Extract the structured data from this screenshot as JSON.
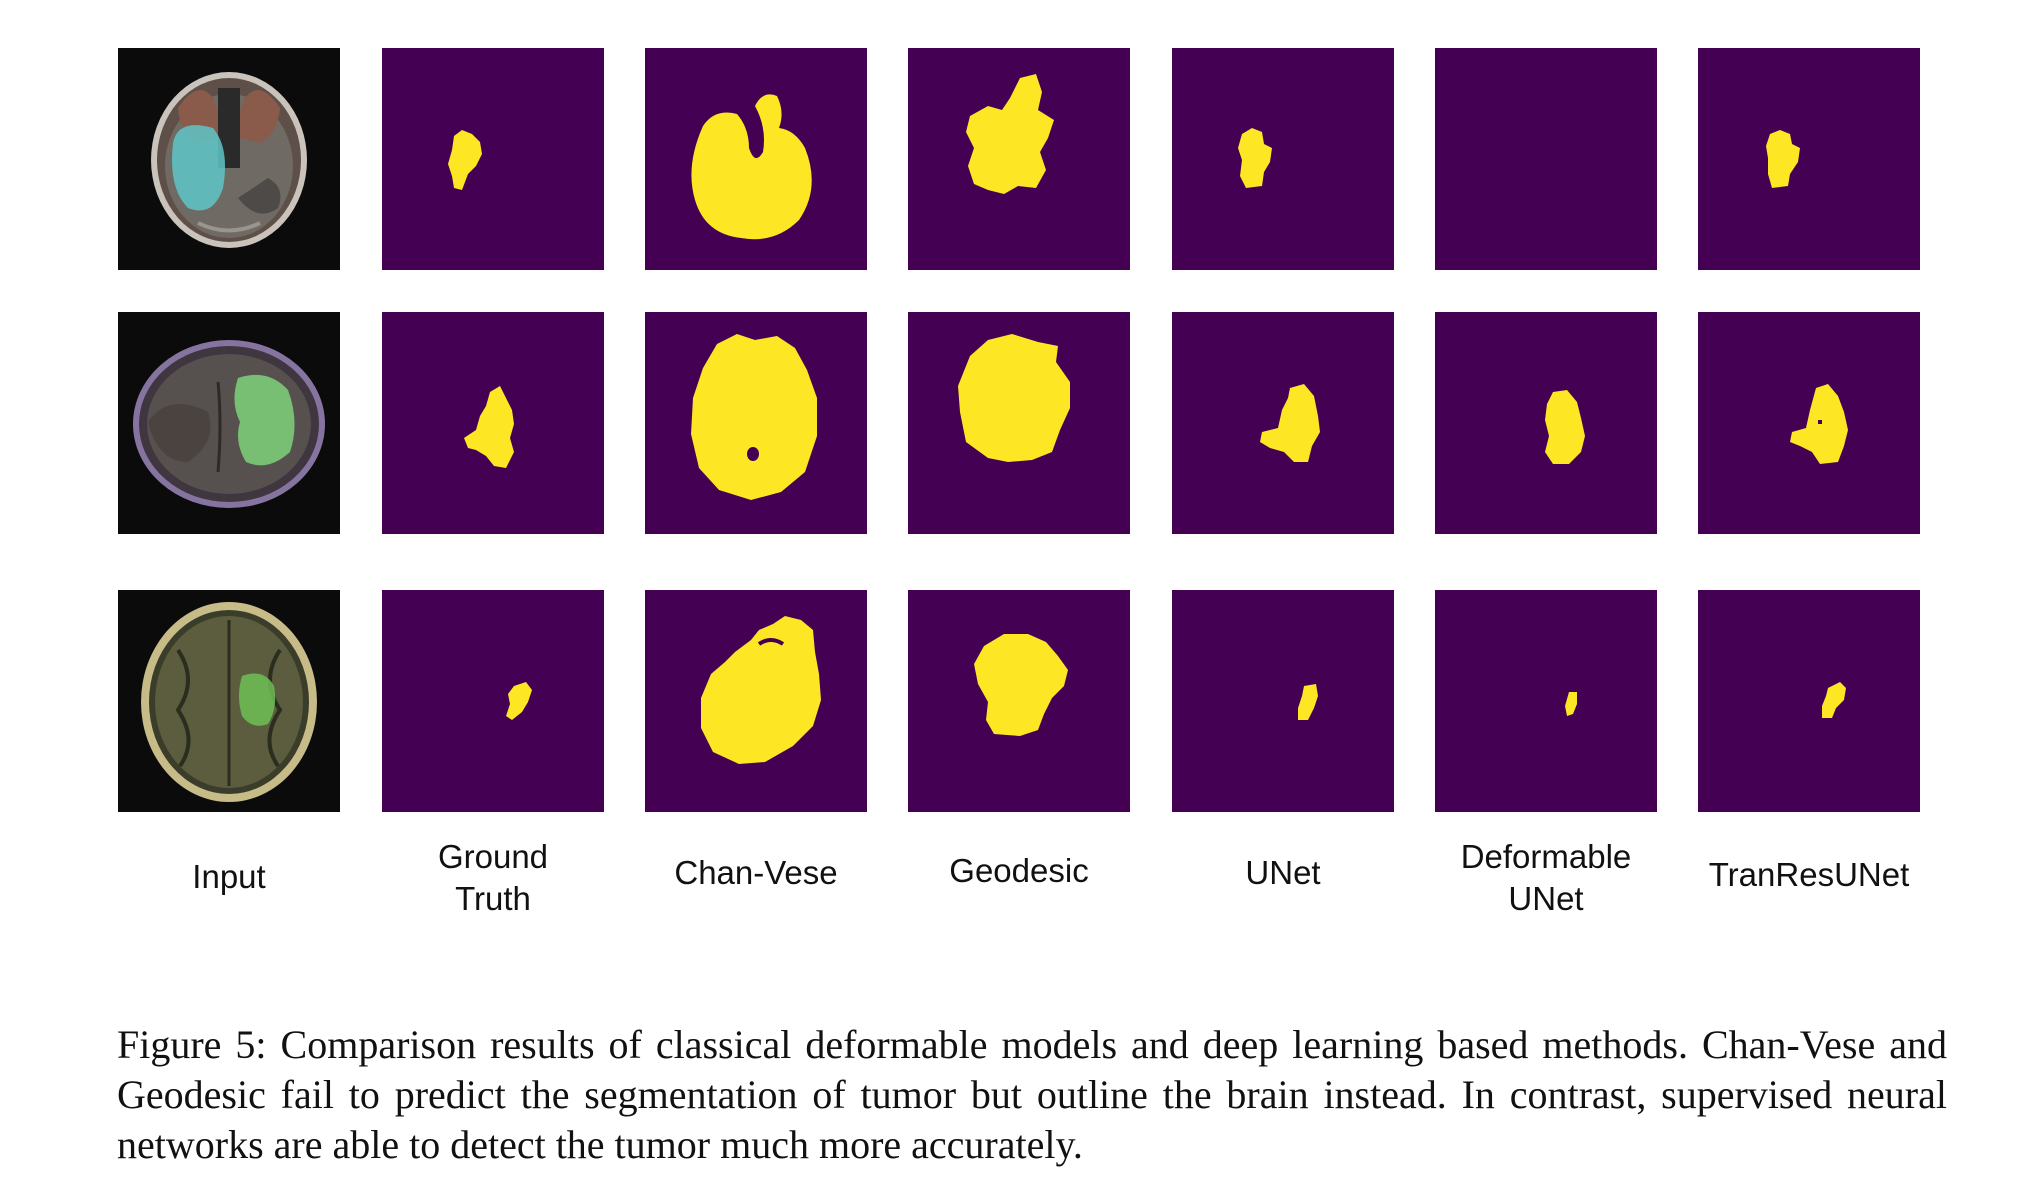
{
  "colors": {
    "background_purple": "#440154",
    "mask_yellow": "#fde725",
    "mri_black": "#0b0b0c"
  },
  "columns": [
    {
      "id": "input",
      "label_lines": [
        "Input"
      ]
    },
    {
      "id": "ground-truth",
      "label_lines": [
        "Ground",
        "Truth"
      ]
    },
    {
      "id": "chan-vese",
      "label_lines": [
        "Chan-Vese"
      ]
    },
    {
      "id": "geodesic",
      "label_lines": [
        "Geodesic"
      ]
    },
    {
      "id": "unet",
      "label_lines": [
        "UNet"
      ]
    },
    {
      "id": "deformable-unet",
      "label_lines": [
        "Deformable",
        "UNet"
      ]
    },
    {
      "id": "tranresunet",
      "label_lines": [
        "TranResUNet"
      ]
    }
  ],
  "rows": [
    {
      "input_icon": "mri-axial-scan-cyan-tumor",
      "masks": [
        "small",
        "large-brain-outline",
        "irregular-large",
        "small",
        "empty",
        "small"
      ]
    },
    {
      "input_icon": "mri-axial-scan-green-tumor",
      "masks": [
        "medium",
        "large-brain-outline",
        "large-brain-outline",
        "medium",
        "medium",
        "medium"
      ]
    },
    {
      "input_icon": "mri-axial-scan-green-tumor-small",
      "masks": [
        "tiny",
        "large-brain-outline",
        "large",
        "tiny",
        "tiny",
        "tiny"
      ]
    }
  ],
  "caption": "Figure 5: Comparison results of classical deformable models and deep learning based methods. Chan-Vese and Geodesic fail to predict the segmentation of tumor but outline the brain instead. In contrast, supervised neural networks are able to detect the tumor much more accurately."
}
